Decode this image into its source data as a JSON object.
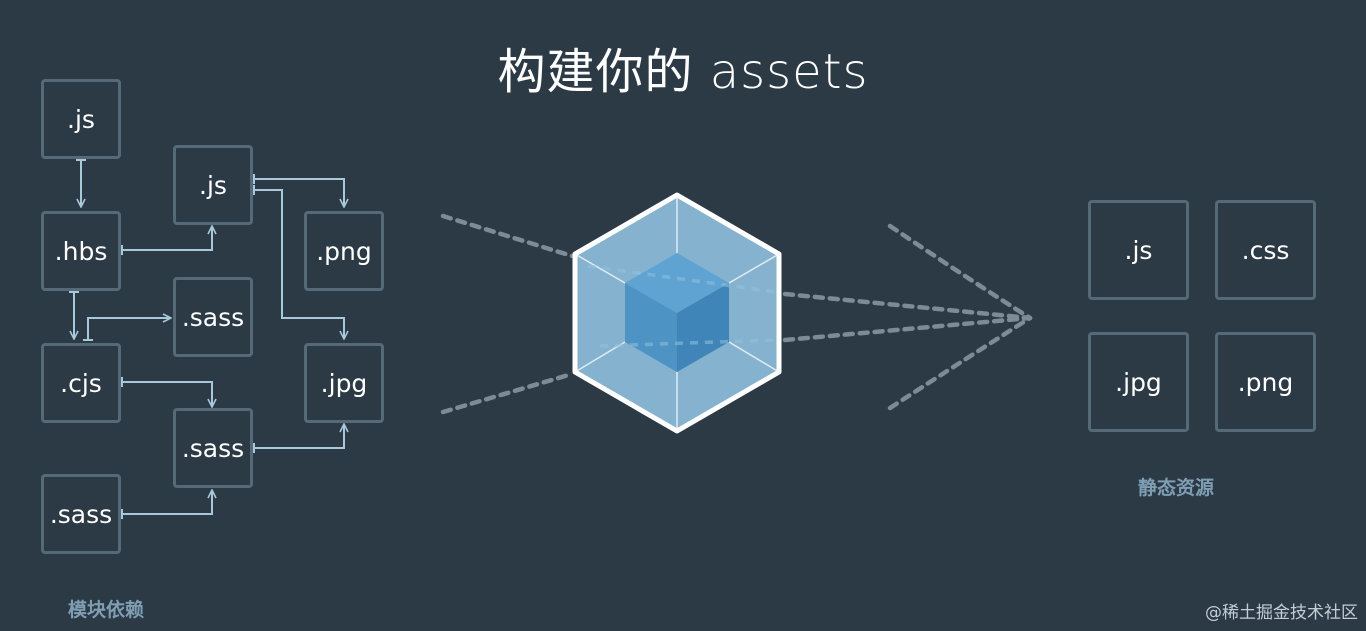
{
  "title": "构建你的 assets",
  "modules": {
    "caption": "模块依赖",
    "items": [
      ".js",
      ".hbs",
      ".cjs",
      ".sass",
      ".js",
      ".sass",
      ".sass",
      ".png",
      ".jpg"
    ]
  },
  "outputs": {
    "caption": "静态资源",
    "items": [
      ".js",
      ".css",
      ".jpg",
      ".png"
    ]
  },
  "watermark": "@稀土掘金技术社区",
  "colors": {
    "background": "#2b3a45",
    "box_border": "#556a76",
    "arrow": "#a9c8db",
    "dashes": "#7c8b95",
    "cube_outer": "#8fc1de",
    "cube_inner": "#4d94c5"
  },
  "icons": {
    "center": "webpack-cube-logo"
  }
}
